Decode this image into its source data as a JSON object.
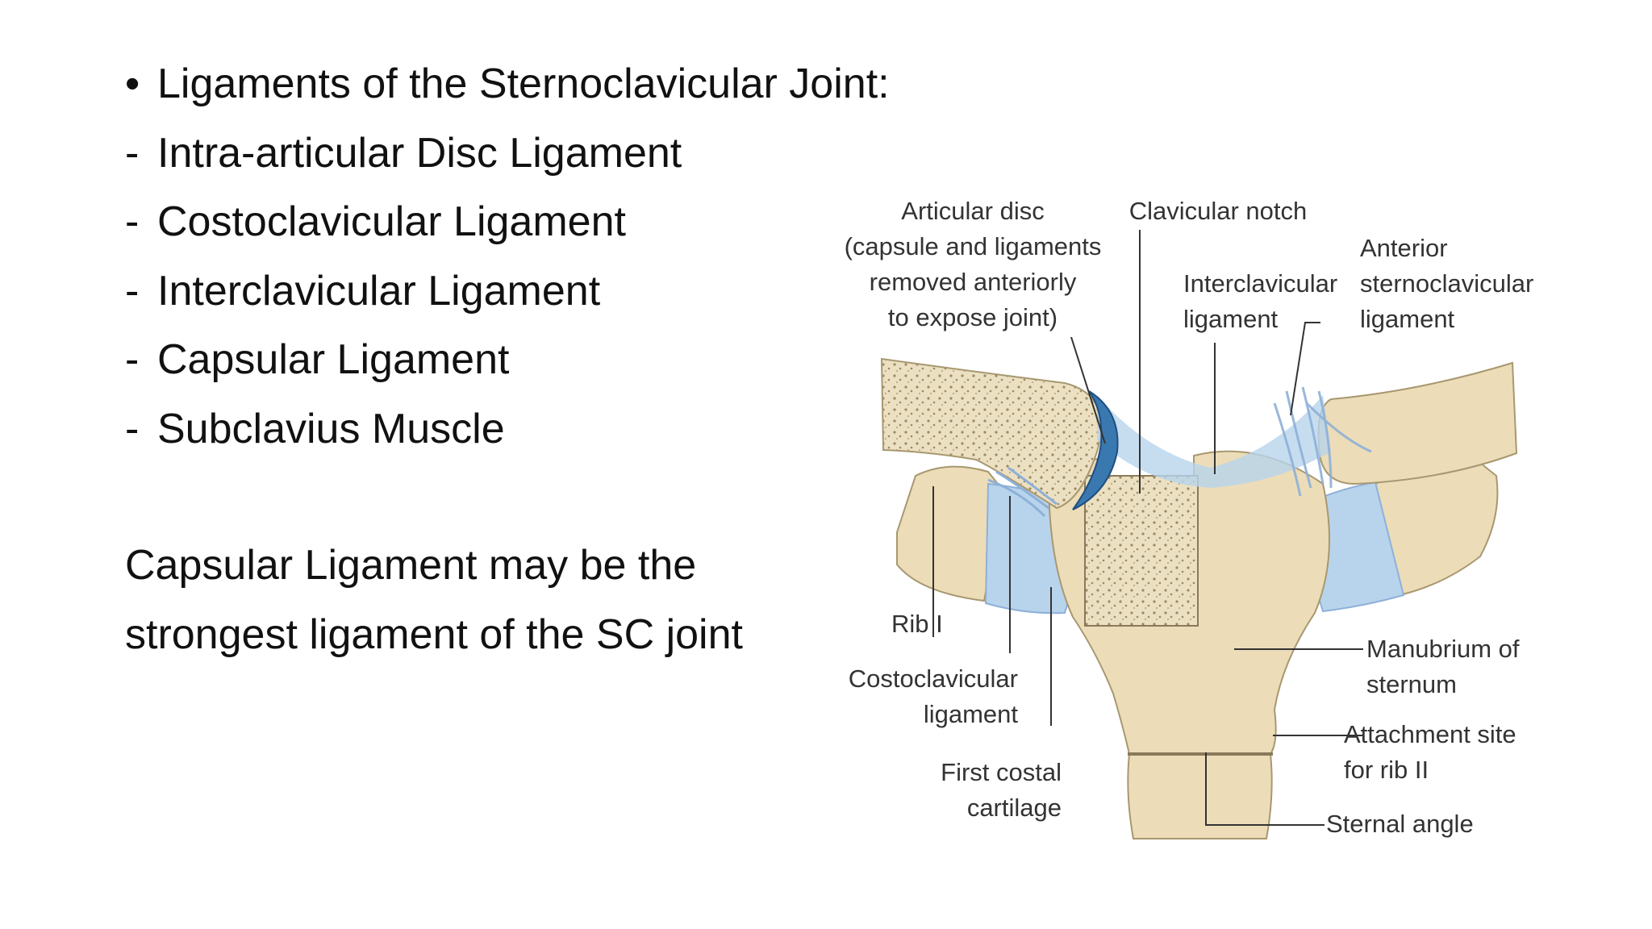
{
  "bullets": [
    {
      "marker": "•",
      "text": "Ligaments of the Sternoclavicular Joint:"
    },
    {
      "marker": "-",
      "text": "Intra-articular Disc Ligament"
    },
    {
      "marker": "-",
      "text": "Costoclavicular Ligament"
    },
    {
      "marker": "-",
      "text": "Interclavicular Ligament"
    },
    {
      "marker": "-",
      "text": "Capsular Ligament"
    },
    {
      "marker": "-",
      "text": "Subclavius Muscle"
    }
  ],
  "note": {
    "line1": "Capsular Ligament may be the",
    "line2": "strongest ligament of the SC joint"
  },
  "figure": {
    "labels": {
      "articular_disc": [
        "Articular disc",
        "(capsule and ligaments",
        "removed anteriorly",
        "to  expose joint)"
      ],
      "clavicular_notch": "Clavicular notch",
      "interclavicular": [
        "Interclavicular",
        "ligament"
      ],
      "anterior_sc": [
        "Anterior",
        "sternoclavicular",
        "ligament"
      ],
      "rib1": "Rib I",
      "costoclavicular": [
        "Costoclavicular",
        "ligament"
      ],
      "first_costal": [
        "First costal",
        "cartilage"
      ],
      "manubrium": [
        "Manubrium of",
        "sternum"
      ],
      "attachment": [
        "Attachment site",
        "for rib II"
      ],
      "sternal_angle": "Sternal angle"
    },
    "colors": {
      "bone": "#ecdcb8",
      "bone_outline": "#a89870",
      "cartilage": "#b8d4ec",
      "ligament": "#8eb0d8",
      "disc": "#3a78b0",
      "leader": "#333333"
    }
  }
}
